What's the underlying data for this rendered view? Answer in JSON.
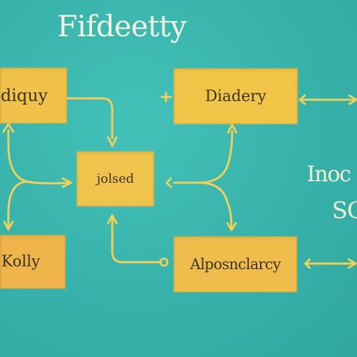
{
  "diagram": {
    "title": "Fifdeetty",
    "nodes": [
      {
        "id": "left_top",
        "label": "diquy"
      },
      {
        "id": "top_right",
        "label": "Diadery"
      },
      {
        "id": "center",
        "label": "jolsed"
      },
      {
        "id": "left_bottom",
        "label": "Kolly"
      },
      {
        "id": "bottom_right",
        "label": "Alposnclarcy"
      }
    ],
    "side_text": {
      "line1": "Inoc",
      "line2": "SC"
    },
    "colors": {
      "background": "#3bb7ae",
      "box": "#f1c24a",
      "connector": "#f0cd5c",
      "title_text": "#f1f3df"
    }
  }
}
